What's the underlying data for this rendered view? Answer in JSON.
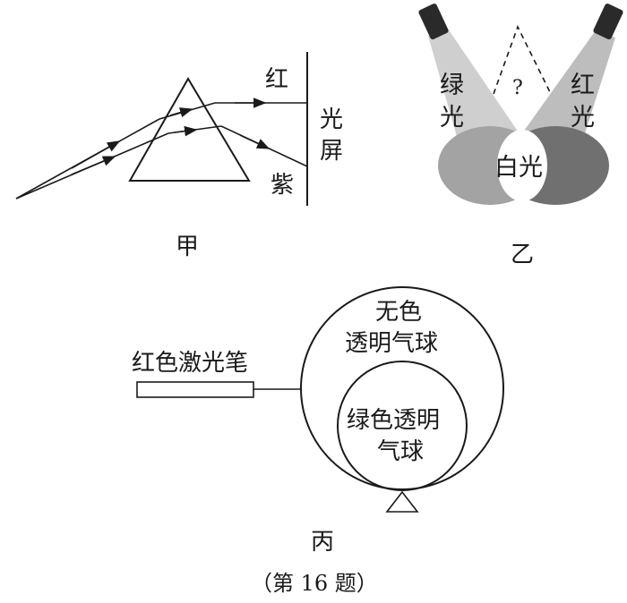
{
  "panel_a": {
    "label": "甲",
    "red_label": "红",
    "screen_label_1": "光",
    "screen_label_2": "屏",
    "violet_label": "紫"
  },
  "panel_b": {
    "label": "乙",
    "green_light_1": "绿",
    "green_light_2": "光",
    "red_light_1": "红",
    "red_light_2": "光",
    "question_mark": "?",
    "white_light": "白光"
  },
  "panel_c": {
    "label": "丙",
    "laser_label": "红色激光笔",
    "outer_balloon_line1": "无色",
    "outer_balloon_line2": "透明气球",
    "inner_balloon_line1": "绿色透明",
    "inner_balloon_line2": "气球"
  },
  "caption": "（第 16 题）",
  "colors": {
    "ink": "#1a1a1a",
    "green_beam": "#c9c9c9",
    "red_beam": "#b8b8b8",
    "green_spot": "#9a9a9a",
    "red_spot": "#6e6e6e",
    "white_spot": "#ffffff"
  }
}
